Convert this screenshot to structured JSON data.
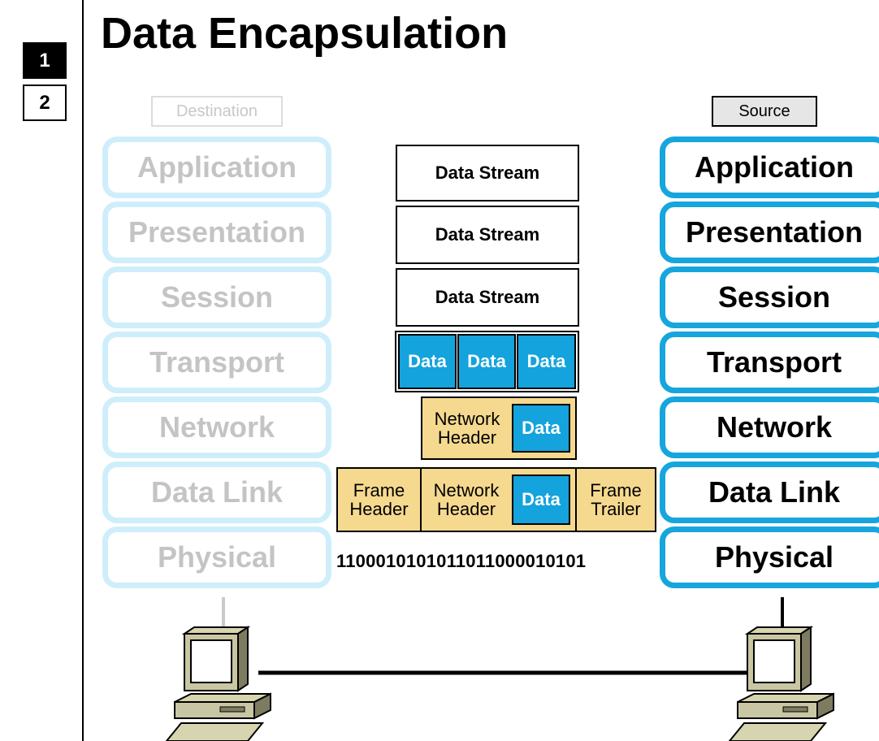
{
  "steps": [
    "1",
    "2"
  ],
  "title": "Data Encapsulation",
  "destination_label": "Destination",
  "source_label": "Source",
  "layers": [
    "Application",
    "Presentation",
    "Session",
    "Transport",
    "Network",
    "Data Link",
    "Physical"
  ],
  "pdus": {
    "data_stream": "Data Stream",
    "data": "Data",
    "network_header": "Network Header",
    "frame_header": "Frame Header",
    "frame_trailer": "Frame Trailer",
    "bits": "1100010101011011000010101"
  },
  "colors": {
    "active_layer_border": "#16a6dd",
    "inactive_layer_border": "#cfeefb",
    "data_fill": "#14a3dc",
    "header_fill": "#f5d98f"
  },
  "icons": [
    "computer-icon"
  ]
}
